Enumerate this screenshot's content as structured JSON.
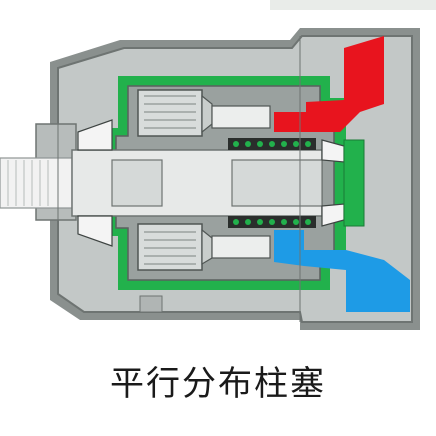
{
  "caption": "平行分布柱塞",
  "colors": {
    "housing_gray": "#c3c8c7",
    "housing_dark": "#7b8280",
    "oil_green": "#22b14c",
    "high_pressure_red": "#e8141e",
    "low_pressure_blue": "#1e9be6",
    "shaft_light": "#ececec",
    "spring_dark": "#2a2e2c",
    "background": "#ffffff"
  },
  "parts": [
    "shaft-spline",
    "housing",
    "piston-upper",
    "piston-lower",
    "cylinder-block",
    "center-spring",
    "bearing-left",
    "bearing-right",
    "port-plate",
    "high-pressure-port",
    "low-pressure-port"
  ]
}
